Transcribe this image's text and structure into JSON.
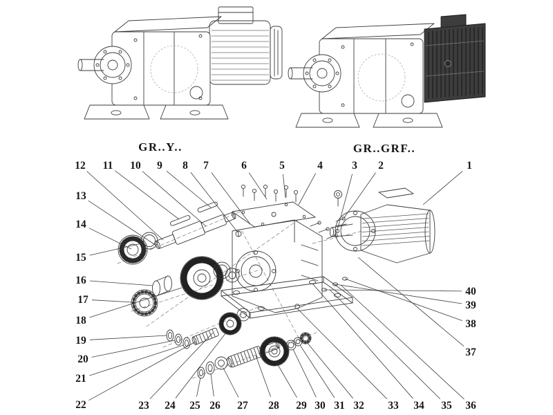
{
  "figure": {
    "variants": [
      {
        "label": "GR..Y.."
      },
      {
        "label": "GR..GRF.."
      }
    ],
    "callouts": [
      {
        "n": "1",
        "label": [
          679,
          239
        ],
        "target": [
          612,
          296
        ]
      },
      {
        "n": "2",
        "label": [
          551,
          239
        ],
        "target": [
          497,
          316
        ]
      },
      {
        "n": "3",
        "label": [
          513,
          239
        ],
        "target": [
          487,
          336
        ]
      },
      {
        "n": "4",
        "label": [
          463,
          239
        ],
        "target": [
          432,
          296
        ]
      },
      {
        "n": "5",
        "label": [
          408,
          239
        ],
        "target": [
          413,
          286
        ]
      },
      {
        "n": "6",
        "label": [
          353,
          239
        ],
        "target": [
          386,
          288
        ]
      },
      {
        "n": "7",
        "label": [
          298,
          239
        ],
        "target": [
          362,
          324
        ]
      },
      {
        "n": "8",
        "label": [
          268,
          239
        ],
        "target": [
          344,
          336
        ]
      },
      {
        "n": "9",
        "label": [
          231,
          239
        ],
        "target": [
          305,
          300
        ]
      },
      {
        "n": "10",
        "label": [
          196,
          239
        ],
        "target": [
          298,
          327
        ]
      },
      {
        "n": "11",
        "label": [
          156,
          239
        ],
        "target": [
          259,
          317
        ]
      },
      {
        "n": "12",
        "label": [
          116,
          239
        ],
        "target": [
          236,
          347
        ]
      },
      {
        "n": "13",
        "label": [
          117,
          283
        ],
        "target": [
          226,
          355
        ]
      },
      {
        "n": "14",
        "label": [
          117,
          324
        ],
        "target": [
          190,
          360
        ]
      },
      {
        "n": "15",
        "label": [
          117,
          372
        ],
        "target": [
          209,
          351
        ]
      },
      {
        "n": "16",
        "label": [
          117,
          405
        ],
        "target": [
          221,
          413
        ]
      },
      {
        "n": "17",
        "label": [
          120,
          433
        ],
        "target": [
          193,
          437
        ]
      },
      {
        "n": "18",
        "label": [
          117,
          463
        ],
        "target": [
          263,
          416
        ]
      },
      {
        "n": "19",
        "label": [
          117,
          492
        ],
        "target": [
          241,
          485
        ]
      },
      {
        "n": "20",
        "label": [
          120,
          519
        ],
        "target": [
          253,
          492
        ]
      },
      {
        "n": "21",
        "label": [
          117,
          547
        ],
        "target": [
          265,
          499
        ]
      },
      {
        "n": "22",
        "label": [
          117,
          585
        ],
        "target": [
          283,
          494
        ]
      },
      {
        "n": "23",
        "label": [
          208,
          586
        ],
        "target": [
          308,
          481
        ]
      },
      {
        "n": "24",
        "label": [
          246,
          586
        ],
        "target": [
          327,
          481
        ]
      },
      {
        "n": "25",
        "label": [
          282,
          586
        ],
        "target": [
          290,
          546
        ]
      },
      {
        "n": "26",
        "label": [
          311,
          586
        ],
        "target": [
          305,
          540
        ]
      },
      {
        "n": "27",
        "label": [
          351,
          586
        ],
        "target": [
          323,
          532
        ]
      },
      {
        "n": "28",
        "label": [
          396,
          586
        ],
        "target": [
          370,
          514
        ]
      },
      {
        "n": "29",
        "label": [
          436,
          586
        ],
        "target": [
          400,
          524
        ]
      },
      {
        "n": "30",
        "label": [
          463,
          586
        ],
        "target": [
          424,
          505
        ]
      },
      {
        "n": "31",
        "label": [
          491,
          586
        ],
        "target": [
          434,
          499
        ]
      },
      {
        "n": "32",
        "label": [
          519,
          586
        ],
        "target": [
          444,
          495
        ]
      },
      {
        "n": "33",
        "label": [
          569,
          586
        ],
        "target": [
          430,
          446
        ]
      },
      {
        "n": "34",
        "label": [
          606,
          586
        ],
        "target": [
          452,
          410
        ]
      },
      {
        "n": "35",
        "label": [
          646,
          586
        ],
        "target": [
          477,
          419
        ]
      },
      {
        "n": "36",
        "label": [
          681,
          586
        ],
        "target": [
          493,
          412
        ]
      },
      {
        "n": "37",
        "label": [
          681,
          509
        ],
        "target": [
          518,
          372
        ]
      },
      {
        "n": "38",
        "label": [
          681,
          468
        ],
        "target": [
          499,
          403
        ]
      },
      {
        "n": "39",
        "label": [
          681,
          441
        ],
        "target": [
          485,
          411
        ]
      },
      {
        "n": "40",
        "label": [
          681,
          421
        ],
        "target": [
          469,
          419
        ]
      }
    ],
    "colors": {
      "line": "#3a3a3a",
      "dark_unit": "#3d3d3d",
      "text": "#151515"
    }
  }
}
